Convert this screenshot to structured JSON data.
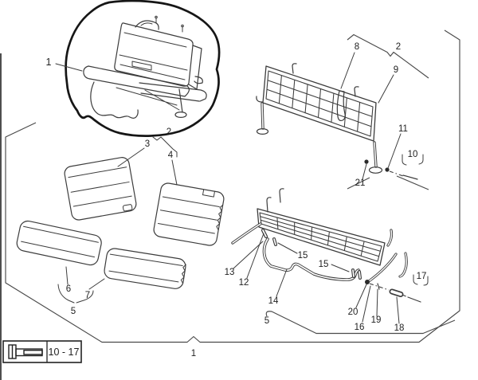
{
  "diagram": {
    "type": "exploded-parts-diagram",
    "subject": "rear bench seat assembly",
    "background": "#ffffff",
    "line_color": "#3c3c3c",
    "blob_outline_color": "#161616",
    "label_color": "#1f1f1f"
  },
  "callouts": {
    "main_assembly": "1",
    "group2_left": "2",
    "backrest_cushion_left": "3",
    "backrest_cushion_right": "4",
    "group2_frame": "2",
    "strap_guide": "8",
    "backrest_frame": "9",
    "fastener_11": "11",
    "fastener_10": "10",
    "fastener_21": "21",
    "seat_cushion_left": "6",
    "seat_cushion_right": "7",
    "group5_cushions": "5",
    "tube_13": "13",
    "sleeve_12": "12",
    "clip_15_left": "15",
    "clip_15_right": "15",
    "bow_tube_14": "14",
    "group5_frame": "5",
    "fastener_20": "20",
    "cable_16": "16",
    "pin_19": "19",
    "sleeve_18": "18",
    "fastener_17": "17",
    "group1_border": "1"
  },
  "legend": {
    "icon": "bolt-icon",
    "range_label": "10 - 17"
  }
}
